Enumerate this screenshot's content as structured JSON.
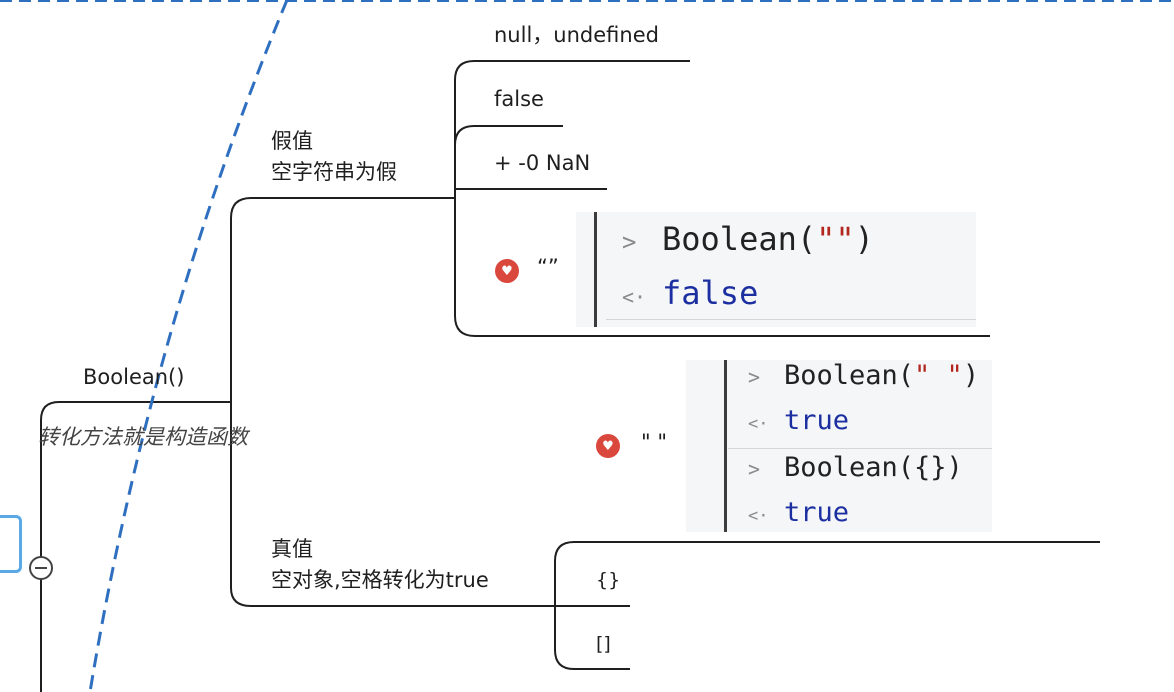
{
  "topic": {
    "title": "Boolean()",
    "note": "转化方法就是构造函数"
  },
  "falsy": {
    "title": "假值",
    "subtitle": "空字符串为假",
    "items": [
      "null，undefined",
      "false",
      "+ -0 NaN"
    ],
    "empty_string": {
      "label": "“”",
      "console": {
        "input": {
          "call_open": "Boolean(",
          "arg": "\"\"",
          "call_close": ")"
        },
        "output": "false"
      }
    }
  },
  "space_string": {
    "label": "\" \"",
    "console": [
      {
        "call_open": "Boolean(",
        "arg": "\" \"",
        "call_close": ")",
        "output": "true"
      },
      {
        "call_open": "Boolean({})",
        "arg": "",
        "call_close": "",
        "output": "true"
      }
    ]
  },
  "truthy": {
    "title": "真值",
    "subtitle": "空对象,空格转化为true",
    "items": [
      "{}",
      "[]"
    ]
  },
  "glyphs": {
    "input_chevron": ">",
    "output_chevron": "<·"
  },
  "colors": {
    "line": "#1f1f1f",
    "dashed": "#2f6fc0",
    "heart": "#d9473d",
    "string": "#b3261e",
    "keyword": "#1c2fa0",
    "root_border": "#5aa9e6"
  }
}
